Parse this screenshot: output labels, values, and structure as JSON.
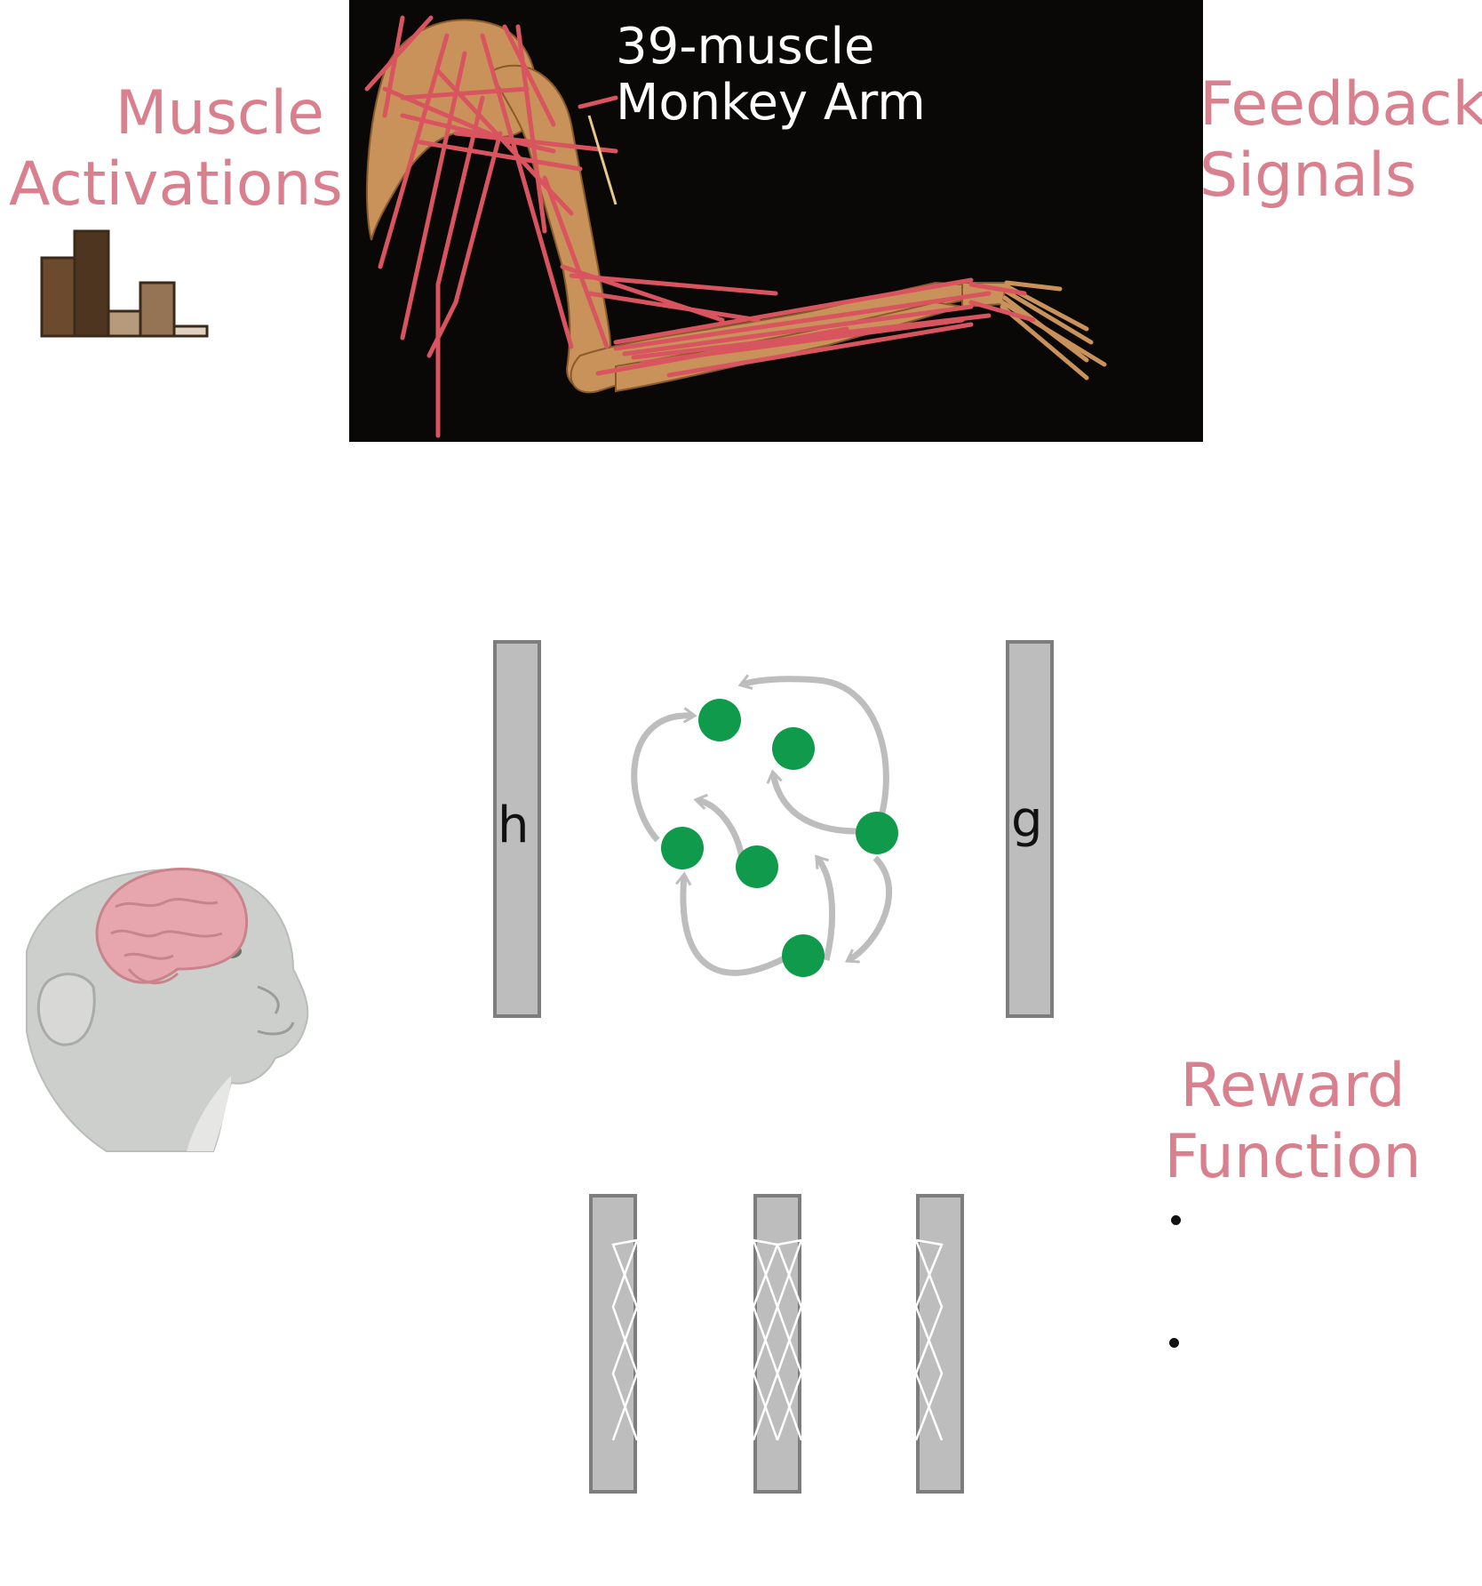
{
  "labels": {
    "muscle_activations": [
      "Muscle",
      "Activations"
    ],
    "feedback_signals": [
      "Feedback",
      "Signals"
    ],
    "reward_function": [
      "Reward",
      "Function"
    ]
  },
  "arm_panel": {
    "title_line1": "39-muscle",
    "title_line2": "Monkey Arm"
  },
  "network": {
    "input_layer_letter": "h",
    "output_layer_letter": "g",
    "unit_count": 6
  },
  "mlp_layers": 3,
  "reward_bullets": 2,
  "icons": [
    "histogram-icon",
    "monkey-head-icon",
    "brain-icon"
  ],
  "colors": {
    "accent_pink": "#d9808e",
    "unit_green": "#0f9a4c",
    "layer_gray": "#bdbdbd",
    "muscle_red": "#d8555f",
    "bone_tan": "#c9925a",
    "panel_black": "#0a0806"
  }
}
